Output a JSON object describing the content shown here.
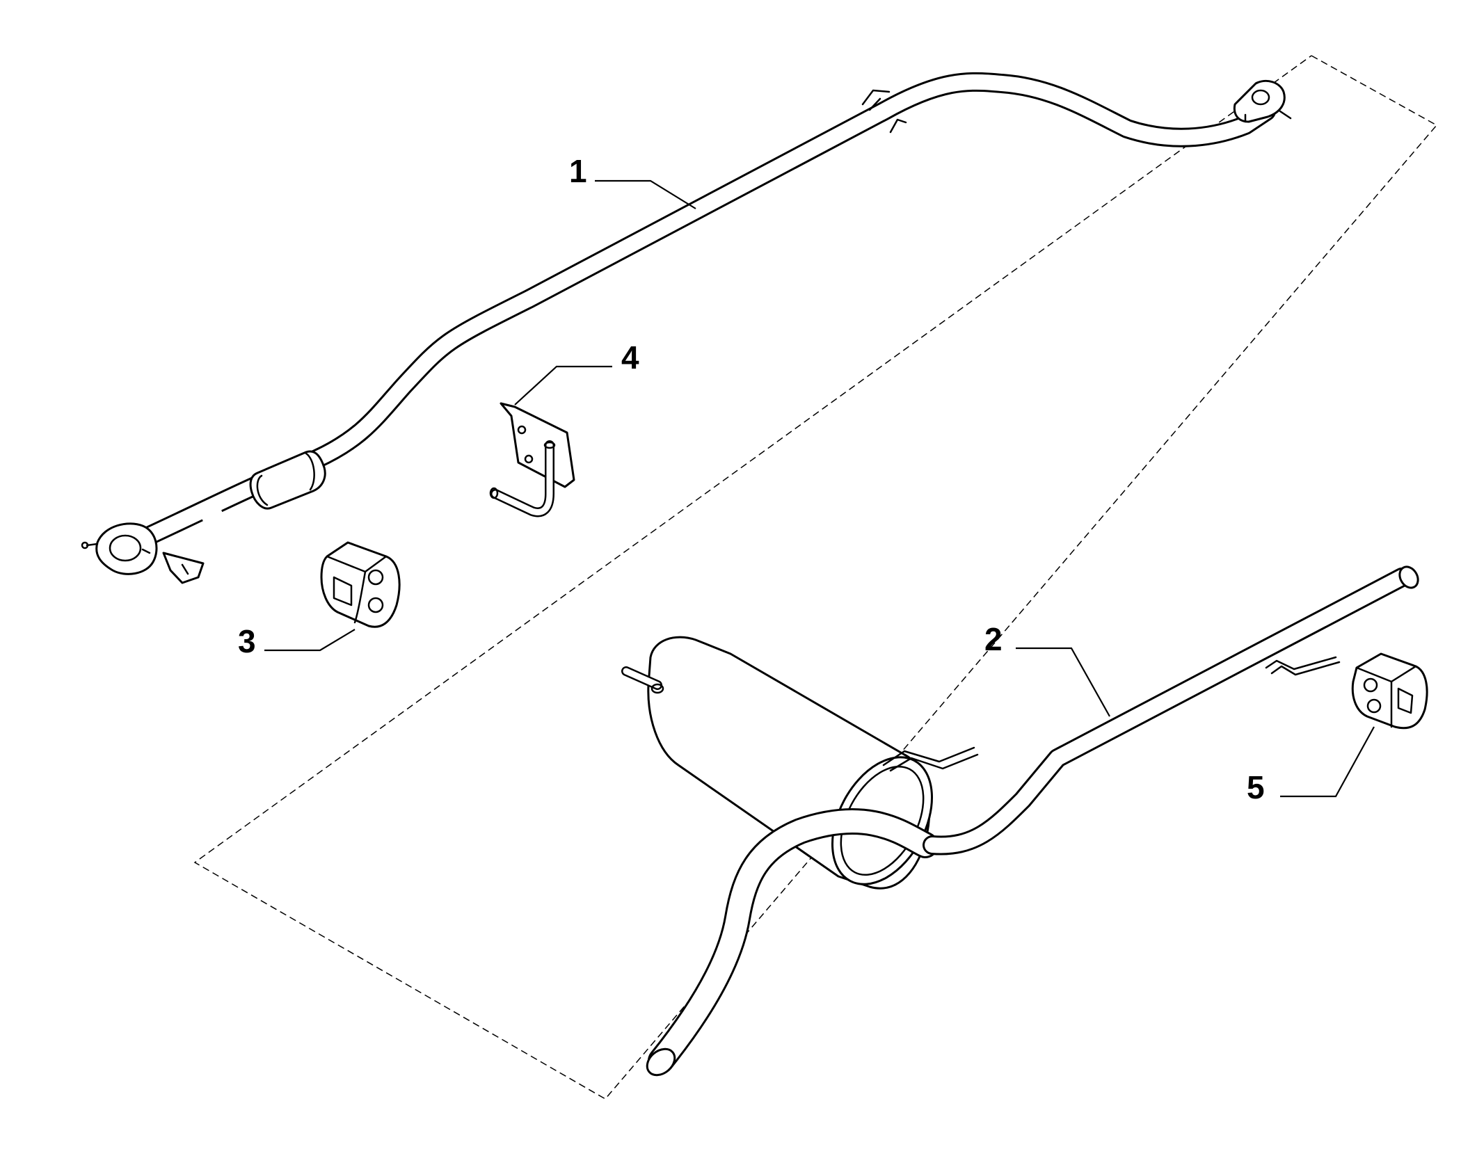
{
  "callouts": {
    "c1": "1",
    "c2": "2",
    "c3": "3",
    "c4": "4",
    "c5": "5"
  },
  "parts": [
    {
      "id": "1",
      "icon": "front-exhaust-pipe-with-catalytic-converter"
    },
    {
      "id": "2",
      "icon": "rear-muffler-with-tailpipe"
    },
    {
      "id": "3",
      "icon": "rubber-exhaust-mount"
    },
    {
      "id": "4",
      "icon": "exhaust-hanger-bracket"
    },
    {
      "id": "5",
      "icon": "rubber-exhaust-mount"
    }
  ],
  "colors": {
    "line": "#000000",
    "background": "#ffffff"
  }
}
